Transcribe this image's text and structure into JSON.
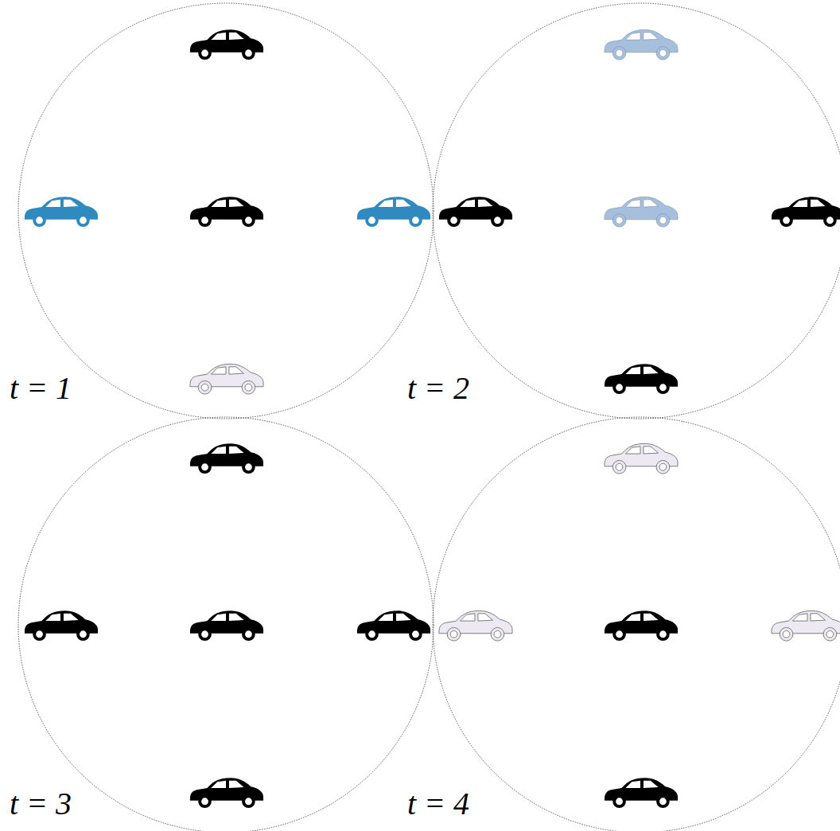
{
  "diagram": {
    "labels": [
      "t = 1",
      "t = 2",
      "t = 3",
      "t = 4"
    ]
  }
}
